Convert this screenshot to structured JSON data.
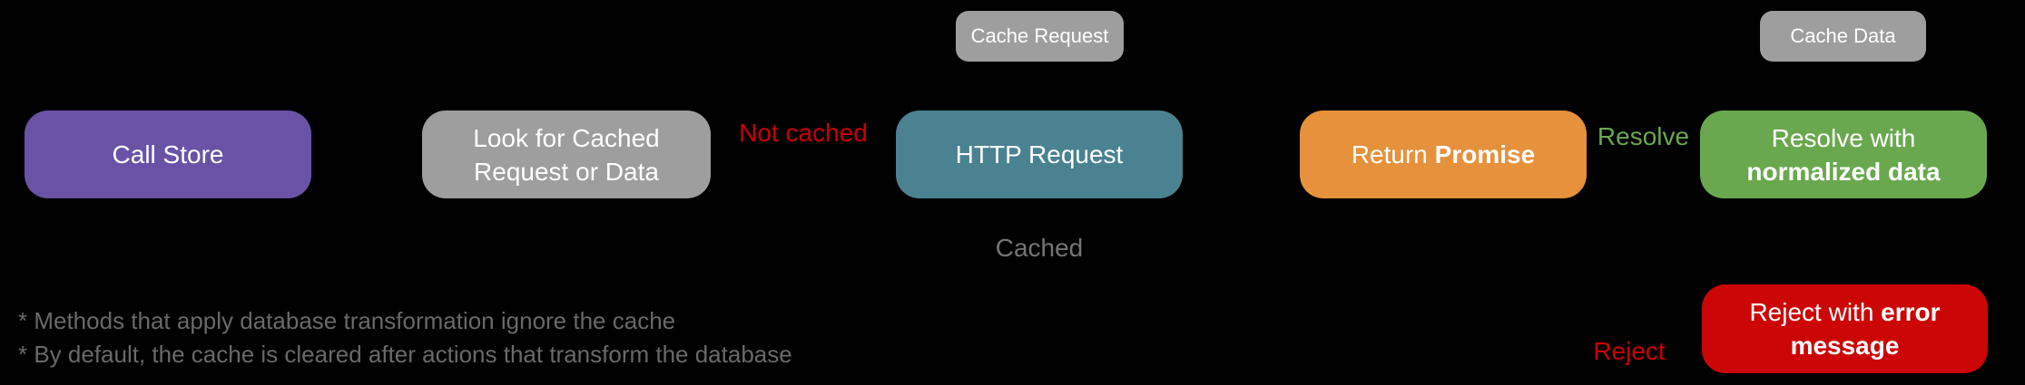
{
  "diagram": {
    "description": "Store cache flow diagram on black background",
    "colors": {
      "background": "#000000",
      "call_store_purple": "#6a52a7",
      "cache_lookup_gray": "#9e9e9e",
      "http_request_teal": "#4a8291",
      "return_promise_orange": "#e6913c",
      "resolve_green": "#6aa84f",
      "reject_red": "#cc0606",
      "edge_label_red": "#cc0000",
      "edge_label_green": "#6aa84f",
      "edge_label_gray": "#757575",
      "footnote_gray": "#696969"
    },
    "nodes": {
      "call_store": {
        "label": "Call Store"
      },
      "cache_lookup": {
        "line1": "Look for Cached",
        "line2": "Request or Data"
      },
      "http_request": {
        "label": "HTTP Request"
      },
      "return_promise": {
        "normal": "Return ",
        "bold": "Promise"
      },
      "resolve_with": {
        "line1": "Resolve with",
        "line2_bold": "normalized data"
      },
      "reject_with": {
        "line1_normal": "Reject with ",
        "line1_bold": "error",
        "line2_bold": "message"
      }
    },
    "tags": {
      "cache_request": {
        "label": "Cache Request"
      },
      "cache_data": {
        "label": "Cache Data"
      }
    },
    "edge_labels": {
      "not_cached": {
        "label": "Not cached"
      },
      "cached": {
        "label": "Cached"
      },
      "resolve": {
        "label": "Resolve"
      },
      "reject": {
        "label": "Reject"
      }
    },
    "footnotes": {
      "line1": "* Methods that apply database transformation ignore the cache",
      "line2": "* By default, the cache is cleared after actions that transform the database"
    }
  }
}
